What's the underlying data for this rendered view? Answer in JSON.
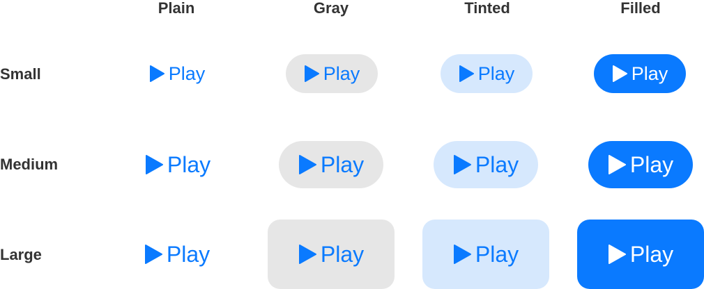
{
  "columns": [
    "Plain",
    "Gray",
    "Tinted",
    "Filled"
  ],
  "rows": [
    "Small",
    "Medium",
    "Large"
  ],
  "button_label": "Play",
  "icon": "play-icon",
  "colors": {
    "accent": "#0a7aff",
    "gray_bg": "#e6e6e6",
    "tinted_bg": "#d6e8fd",
    "filled_text": "#ffffff",
    "label_text": "#333333"
  }
}
